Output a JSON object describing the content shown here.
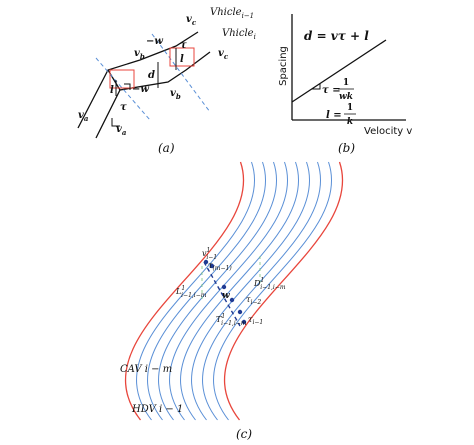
{
  "panel_a": {
    "caption": "(a)",
    "vehicle_prev": "Vhicle",
    "vehicle_prev_sub": "i−1",
    "vehicle_cur": "Vhicle",
    "vehicle_cur_sub": "i",
    "v_c_top": "v",
    "v_c_top_sub": "c",
    "v_c_right": "v",
    "v_c_right_sub": "c",
    "v_b_left": "v",
    "v_b_left_sub": "b",
    "v_b_right": "v",
    "v_b_right_sub": "b",
    "v_a_left": "v",
    "v_a_left_sub": "a",
    "v_a_bottom": "v",
    "v_a_bottom_sub": "a",
    "neg_w_top": "−w",
    "neg_w_mid": "−w",
    "tau_top": "τ",
    "tau_bottom": "τ",
    "d_label": "d",
    "l_left": "l",
    "l_right": "l"
  },
  "panel_b": {
    "caption": "(b)",
    "equation": "d = vτ + l",
    "y_axis_label": "Spacing",
    "x_axis_label": "Velocity v",
    "tau_prefix": "τ =",
    "tau_num": "1",
    "tau_den": "wk",
    "l_prefix": "l =",
    "l_num": "1",
    "l_den": "k"
  },
  "panel_c": {
    "caption": "(c)",
    "cav_label": "CAV i − m",
    "hdv_label": "HDV i − 1",
    "v_label": "v",
    "v_sup": "1",
    "v_sub": "i−1",
    "tau_im1": "τ",
    "tau_im1_sub": "(m−1)",
    "L_label": "L",
    "L_sup": "1",
    "L_sub": "i−1,i−m",
    "w_label": "w",
    "D_label": "D",
    "D_sup": "1",
    "D_sub": "i−1,i−m",
    "tau_im2": "τ",
    "tau_im2_sub": "i−2",
    "T_label": "T",
    "T_sup": "1",
    "T_sub": "i−1,i−m",
    "tau_i1": "τ",
    "tau_i1_sub": "i−1"
  },
  "colors": {
    "black": "#111111",
    "red": "#e8463c",
    "blue": "#5a8fd6",
    "dark_blue": "#1f3a93"
  }
}
